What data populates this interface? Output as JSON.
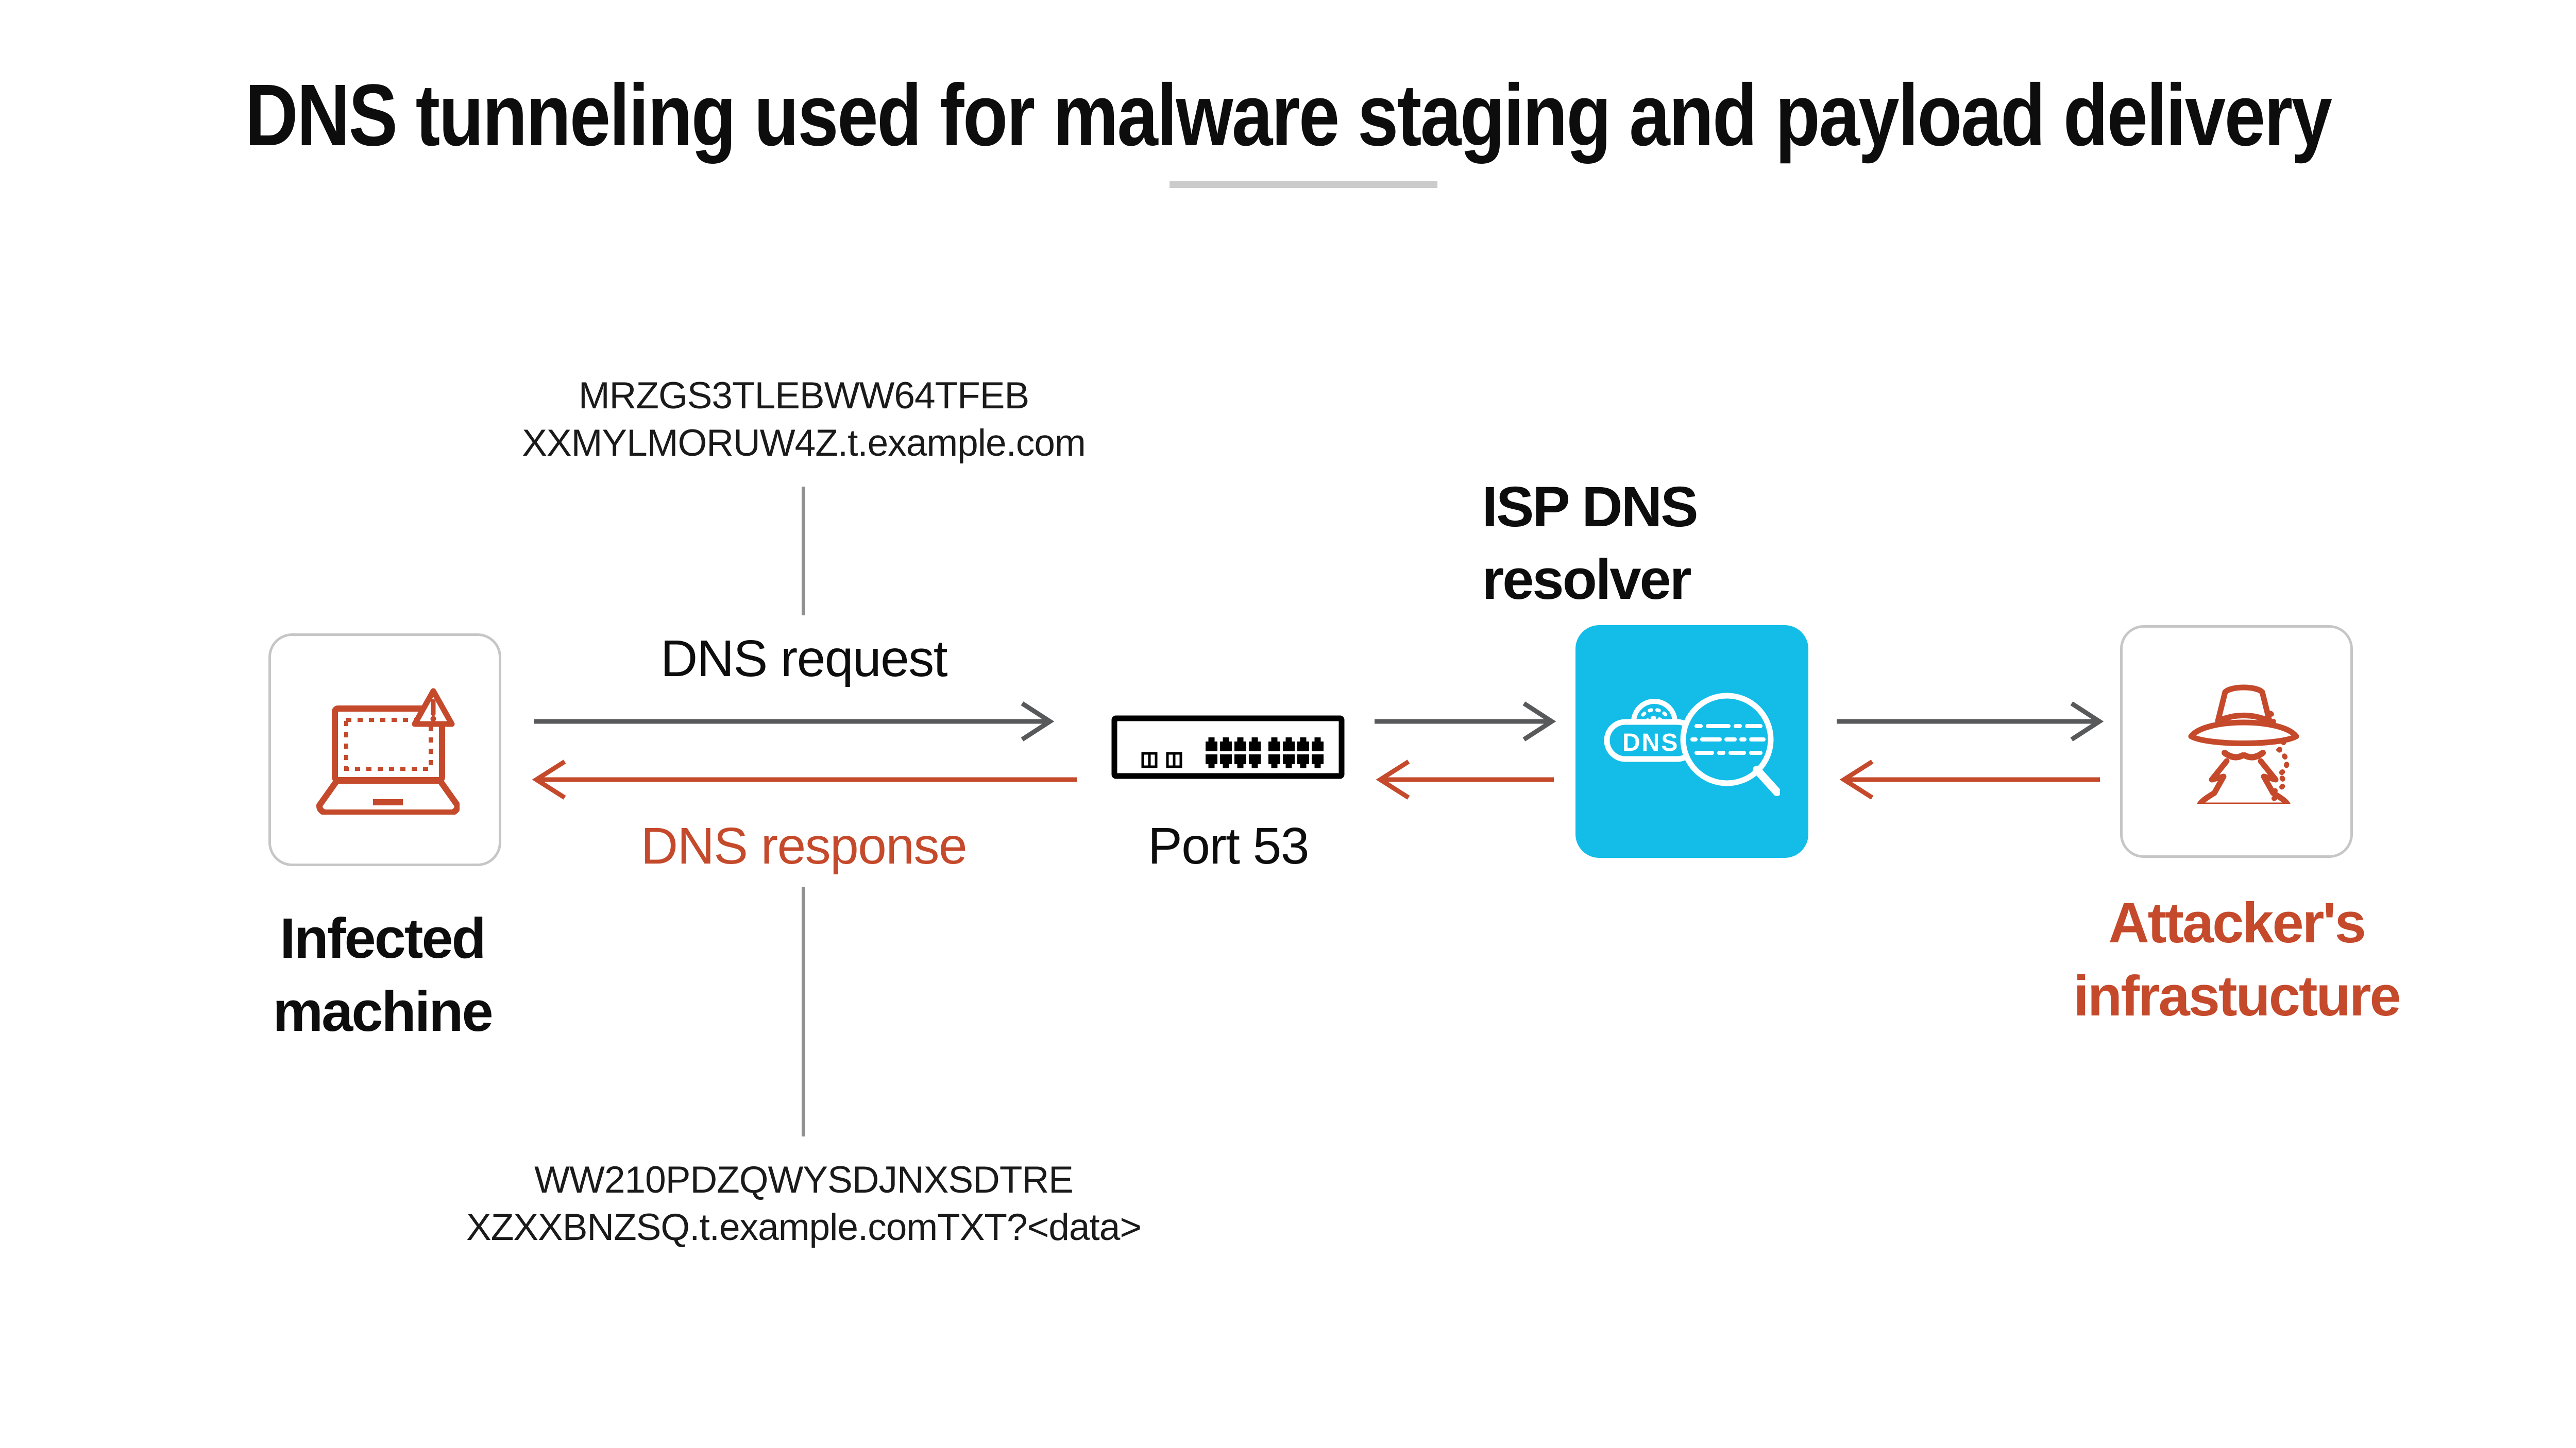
{
  "header": {
    "title": "DNS tunneling used for malware staging and payload delivery"
  },
  "diagram": {
    "request_annotation": {
      "line1": "MRZGS3TLEBWW64TFEB",
      "line2": "XXMYLMORUW4Z.t.example.com"
    },
    "request_arrow_label": "DNS request",
    "response_arrow_label": "DNS response",
    "response_annotation": {
      "line1": "WW210PDZQWYSDJNXSDTRE",
      "line2": "XZXXBNZSQ.t.example.comTXT?<data>"
    },
    "nodes": {
      "infected_machine": {
        "label_line1": "Infected",
        "label_line2": "machine"
      },
      "port53_switch": {
        "label": "Port 53"
      },
      "isp_dns_resolver": {
        "label_line1": "ISP DNS",
        "label_line2": "resolver",
        "icon_text": "DNS"
      },
      "attacker": {
        "label_line1": "Attacker's",
        "label_line2": "infrastucture"
      }
    }
  },
  "colors": {
    "accent_red": "#C5492B",
    "accent_cyan": "#13BDE7",
    "arrow_gray": "#58595B",
    "connector_gray": "#8F9091",
    "box_border": "#C6C6C6",
    "divider": "#CBCBCB",
    "ink": "#0D0D0D",
    "annotation_ink": "#1A1A1A"
  }
}
